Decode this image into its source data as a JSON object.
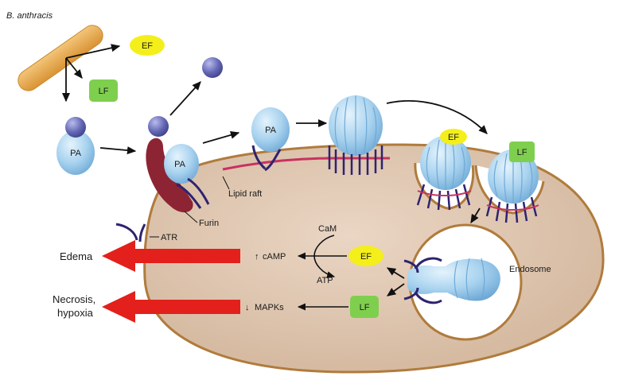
{
  "organism_label": "B. anthracis",
  "proteins": {
    "pa": "PA",
    "ef": "EF",
    "lf": "LF"
  },
  "labels": {
    "lipid_raft": "Lipid raft",
    "furin": "Furin",
    "atr": "ATR",
    "endosome": "Endosome",
    "cam": "CaM",
    "atp": "ATP",
    "camp": "cAMP",
    "mapks": "MAPKs",
    "edema": "Edema",
    "necrosis": "Necrosis,",
    "hypoxia": "hypoxia"
  },
  "colors": {
    "cell_fill": "#dcc2ac",
    "cell_border": "#b07b3c",
    "pa_fill": "#a9d3ef",
    "ef_fill": "#f4ef1a",
    "lf_fill": "#7fcf4e",
    "ball_fill": "#6468b4",
    "furin_fill": "#8d2434",
    "bacillus_fill": "#e7a646",
    "receptor": "#2e2370",
    "raft": "#c8325f",
    "effect_arrow": "#e3201b"
  }
}
